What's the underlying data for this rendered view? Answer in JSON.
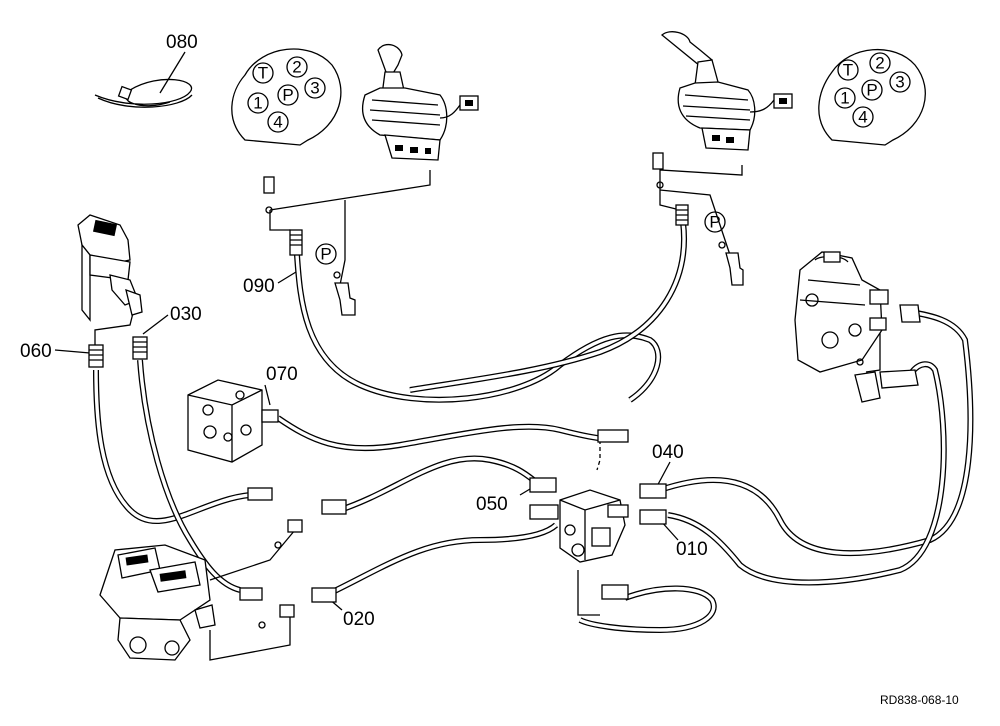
{
  "part_labels": {
    "p010": "010",
    "p020": "020",
    "p030": "030",
    "p040": "040",
    "p050": "050",
    "p060": "060",
    "p070": "070",
    "p080": "080",
    "p090": "090"
  },
  "port_letters": {
    "t": "T",
    "p": "P",
    "n1": "1",
    "n2": "2",
    "n3": "3",
    "n4": "4"
  },
  "diagram_ref": "RD838-068-10"
}
